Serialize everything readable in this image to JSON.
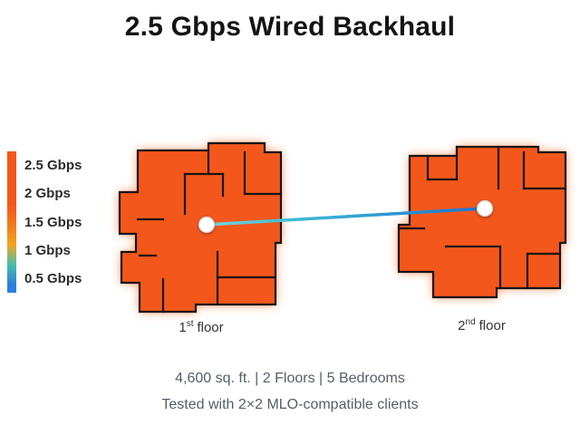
{
  "title": "2.5 Gbps Wired Backhaul",
  "legend": {
    "items": [
      {
        "label": "2.5 Gbps",
        "color": "#F4571B"
      },
      {
        "label": "2 Gbps",
        "color": "#F0831E"
      },
      {
        "label": "1.5 Gbps",
        "color": "#F2A51F"
      },
      {
        "label": "1 Gbps",
        "color": "#49BFA8"
      },
      {
        "label": "0.5 Gbps",
        "color": "#2E7FD9"
      }
    ]
  },
  "floors": [
    {
      "ordinal": "1",
      "suffix": "st",
      "word": "floor"
    },
    {
      "ordinal": "2",
      "suffix": "nd",
      "word": "floor"
    }
  ],
  "footer": {
    "specs": "4,600 sq. ft. | 2 Floors | 5 Bedrooms",
    "test_note": "Tested with 2×2 MLO-compatible clients"
  },
  "colors": {
    "heatmap": "#F4571B",
    "walls": "#161616",
    "backhaul_line_start": "#7FD4D8",
    "backhaul_line_end": "#1D72D2",
    "node_fill": "#FFFFFF"
  }
}
